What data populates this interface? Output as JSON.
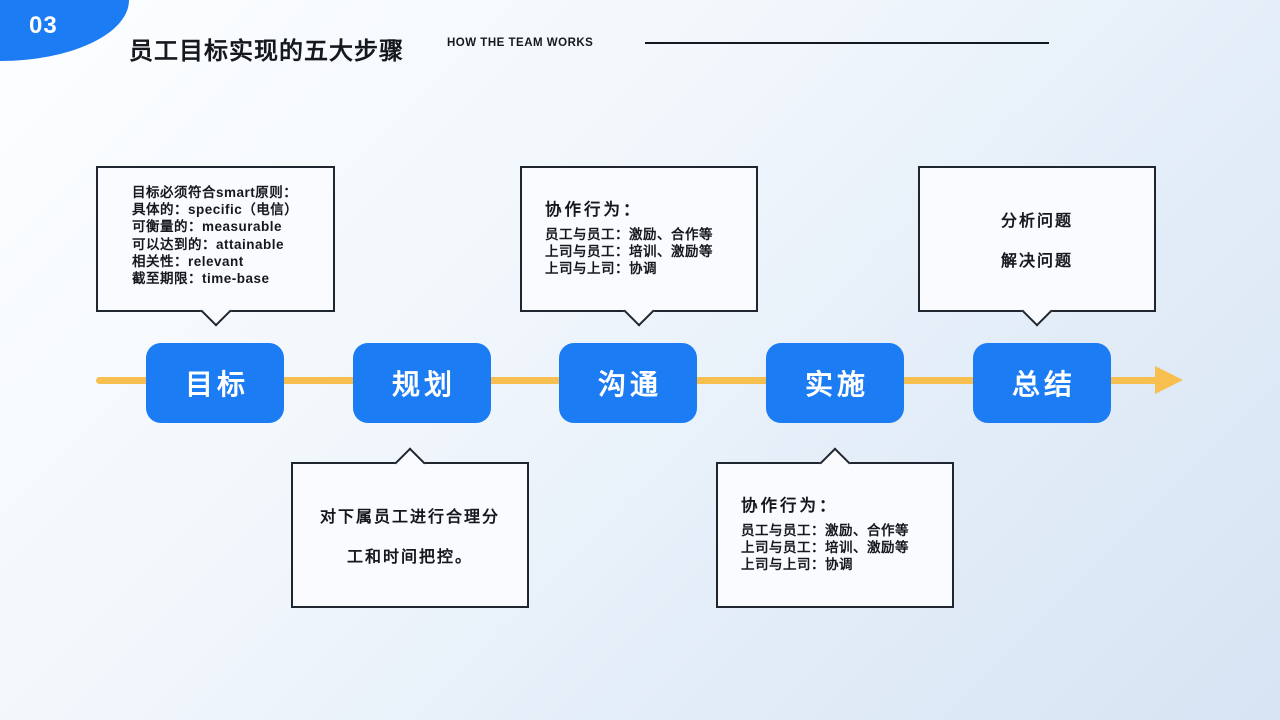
{
  "header": {
    "badge": "03",
    "title": "员工目标实现的五大步骤",
    "subtitle": "HOW THE TEAM WORKS"
  },
  "steps": [
    {
      "label": "目标"
    },
    {
      "label": "规划"
    },
    {
      "label": "沟通"
    },
    {
      "label": "实施"
    },
    {
      "label": "总结"
    }
  ],
  "callouts": {
    "goal": {
      "lines": [
        "目标必须符合smart原则：",
        "具体的：specific（电信）",
        "可衡量的：measurable",
        "可以达到的：attainable",
        "相关性：relevant",
        "截至期限：time-base"
      ]
    },
    "communication": {
      "heading": "协作行为：",
      "lines": [
        "员工与员工：激励、合作等",
        "上司与员工：培训、激励等",
        "上司与上司：协调"
      ]
    },
    "summary": {
      "lines": [
        "分析问题",
        "解决问题"
      ]
    },
    "planning": {
      "lines": [
        "对下属员工进行合理分",
        "工和时间把控。"
      ]
    },
    "implementation": {
      "heading": "协作行为：",
      "lines": [
        "员工与员工：激励、合作等",
        "上司与员工：培训、激励等",
        "上司与上司：协调"
      ]
    }
  },
  "colors": {
    "accent_blue": "#1b7cf3",
    "arrow_yellow": "#f6bf4f",
    "border_dark": "#1f2630",
    "callout_fill": "#f9fbfe",
    "text_dark": "#15181d"
  }
}
